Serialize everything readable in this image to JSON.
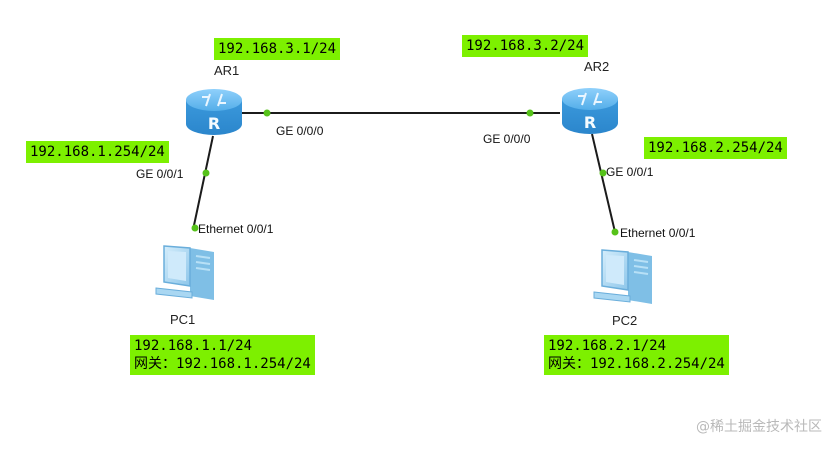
{
  "devices": {
    "ar1": {
      "name": "AR1"
    },
    "ar2": {
      "name": "AR2"
    },
    "pc1": {
      "name": "PC1"
    },
    "pc2": {
      "name": "PC2"
    }
  },
  "ports": {
    "ar1_ge000": "GE 0/0/0",
    "ar2_ge000": "GE 0/0/0",
    "ar1_ge001": "GE 0/0/1",
    "ar2_ge001": "GE 0/0/1",
    "pc1_eth": "Ethernet 0/0/1",
    "pc2_eth": "Ethernet 0/0/1"
  },
  "ip_tags": {
    "ar1_link": "192.168.3.1/24",
    "ar2_link": "192.168.3.2/24",
    "ar1_lan": "192.168.1.254/24",
    "ar2_lan": "192.168.2.254/24"
  },
  "pc_config": {
    "pc1": {
      "ip": "192.168.1.1/24",
      "gateway": "网关：192.168.1.254/24"
    },
    "pc2": {
      "ip": "192.168.2.1/24",
      "gateway": "网关：192.168.2.254/24"
    }
  },
  "watermark": "@稀土掘金技术社区",
  "colors": {
    "tag_bg": "#7df000",
    "router_body": "#4aa6e6",
    "pc_body": "#9fd0ef",
    "link_line": "#1b1b1b",
    "port_dot": "#56c21a"
  }
}
